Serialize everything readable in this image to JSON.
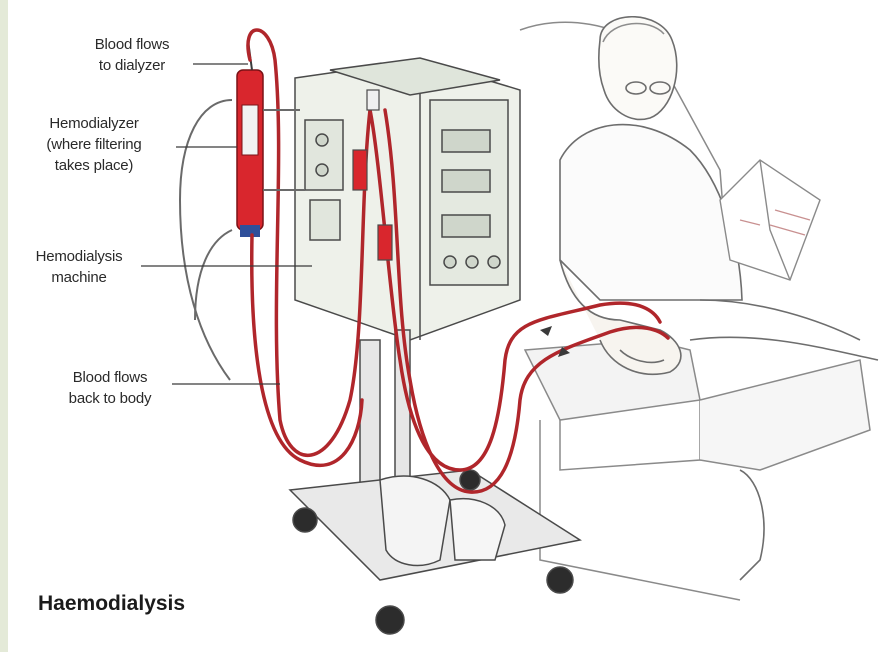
{
  "title": "Haemodialysis",
  "labels": {
    "blood_to_dialyzer": "Blood flows\nto dialyzer",
    "hemodialyzer": "Hemodialyzer\n(where filtering\ntakes place)",
    "machine": "Hemodialysis\nmachine",
    "blood_back": "Blood flows\nback to body"
  },
  "colors": {
    "blood": "#b0262b",
    "line": "#3a3a3a",
    "machine": "#eef1ea",
    "dialyzer": "#d9262d"
  }
}
